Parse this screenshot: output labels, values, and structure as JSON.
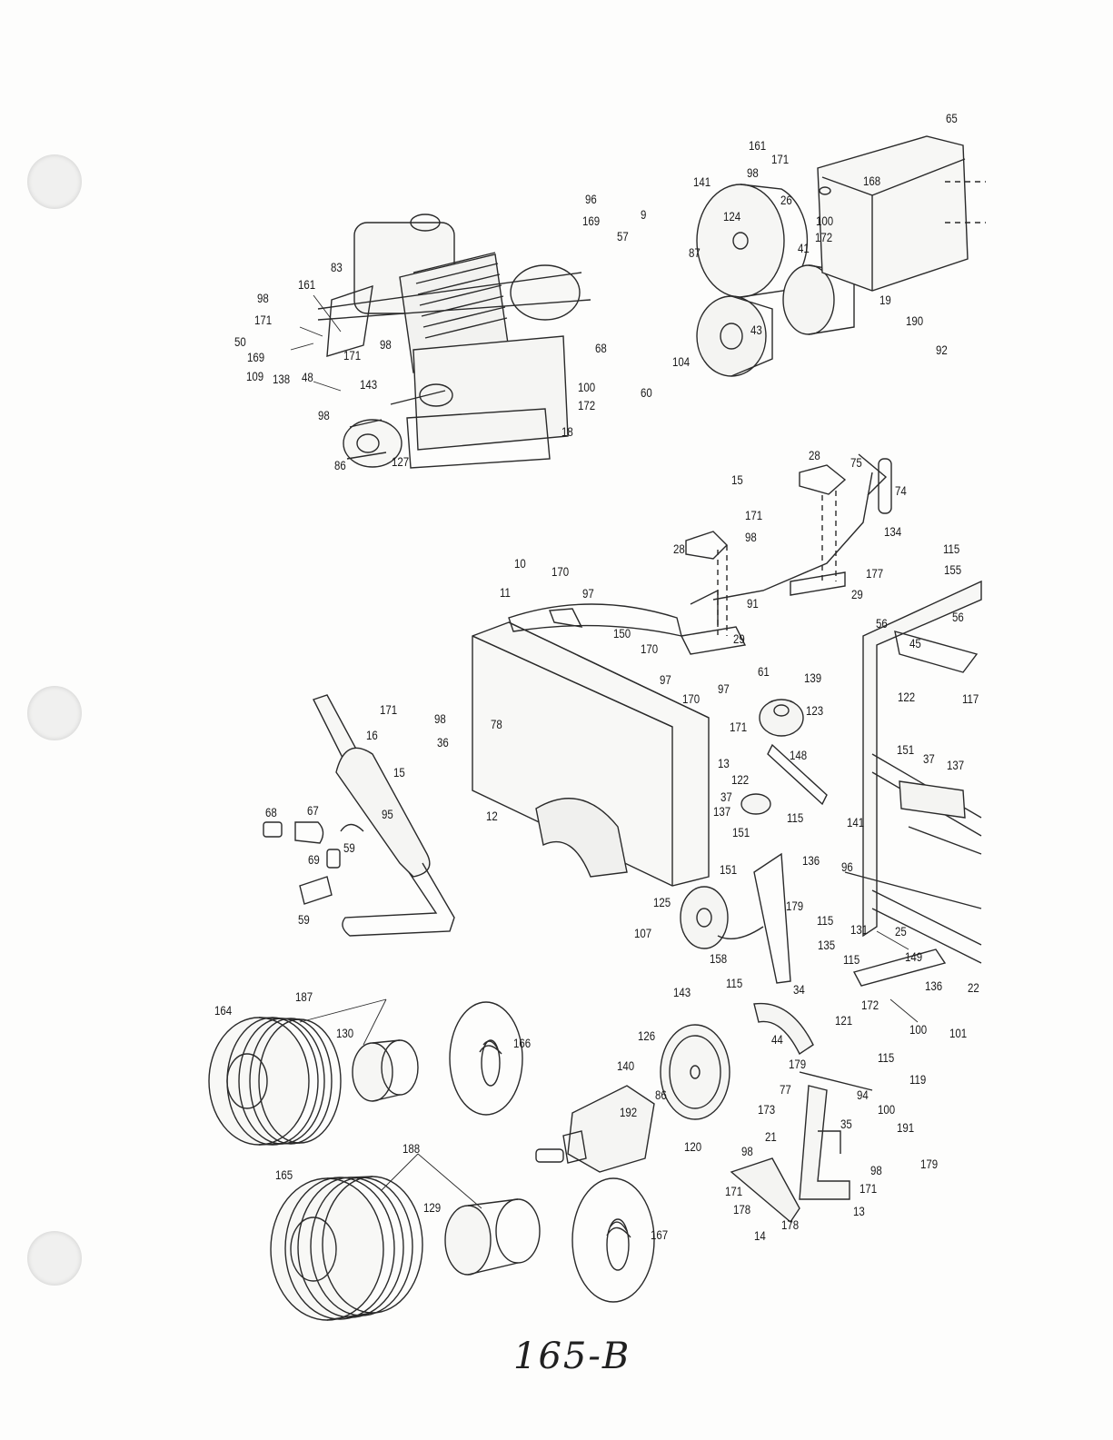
{
  "callouts": [
    "98",
    "161",
    "83",
    "171",
    "50",
    "169",
    "109",
    "138",
    "48",
    "171",
    "98",
    "143",
    "98",
    "86",
    "127",
    "96",
    "169",
    "57",
    "9",
    "68",
    "100",
    "172",
    "60",
    "18",
    "141",
    "161",
    "171",
    "98",
    "26",
    "124",
    "87",
    "41",
    "43",
    "104",
    "168",
    "100",
    "172",
    "19",
    "190",
    "92",
    "65",
    "15",
    "28",
    "75",
    "74",
    "171",
    "98",
    "28",
    "91",
    "29",
    "29",
    "134",
    "115",
    "177",
    "155",
    "56",
    "56",
    "45",
    "61",
    "139",
    "123",
    "122",
    "117",
    "151",
    "37",
    "137",
    "148",
    "10",
    "170",
    "11",
    "97",
    "150",
    "170",
    "97",
    "170",
    "97",
    "171",
    "13",
    "78",
    "122",
    "37",
    "137",
    "151",
    "115",
    "141",
    "171",
    "98",
    "16",
    "36",
    "15",
    "68",
    "67",
    "95",
    "69",
    "59",
    "12",
    "59",
    "136",
    "96",
    "151",
    "179",
    "125",
    "115",
    "131",
    "25",
    "107",
    "158",
    "135",
    "115",
    "149",
    "115",
    "34",
    "136",
    "22",
    "143",
    "172",
    "121",
    "100",
    "101",
    "126",
    "44",
    "115",
    "179",
    "140",
    "119",
    "77",
    "94",
    "86",
    "192",
    "173",
    "100",
    "35",
    "191",
    "21",
    "98",
    "179",
    "98",
    "120",
    "171",
    "171",
    "178",
    "13",
    "178",
    "14",
    "164",
    "187",
    "130",
    "166",
    "188",
    "165",
    "129",
    "167"
  ],
  "page_mark": "165-B"
}
